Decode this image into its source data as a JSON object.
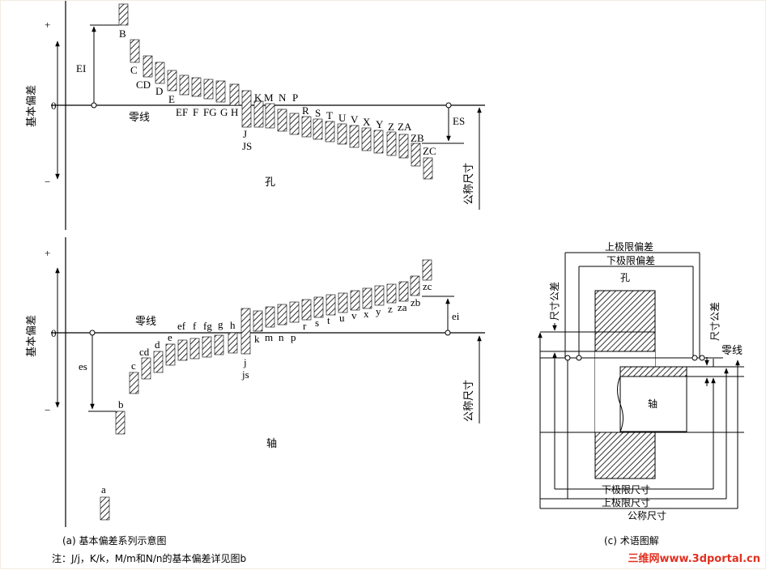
{
  "hole": {
    "zero_line_label": "零线",
    "axis_label": "基本偏差",
    "title": "孔",
    "nominal_label": "公称尺寸",
    "ei_label": "EI",
    "es_label": "ES",
    "plus": "+",
    "zero": "0",
    "minus": "−",
    "letters": {
      "B": "B",
      "C": "C",
      "CD": "CD",
      "D": "D",
      "E": "E",
      "EF": "EF",
      "F": "F",
      "FG": "FG",
      "G": "G",
      "H": "H",
      "J": "J",
      "JS": "JS",
      "K": "K",
      "M": "M",
      "N": "N",
      "P": "P",
      "R": "R",
      "S": "S",
      "T": "T",
      "U": "U",
      "V": "V",
      "X": "X",
      "Y": "Y",
      "Z": "Z",
      "ZA": "ZA",
      "ZB": "ZB",
      "ZC": "ZC"
    }
  },
  "shaft": {
    "zero_line_label": "零线",
    "axis_label": "基本偏差",
    "title": "轴",
    "nominal_label": "公称尺寸",
    "es_label": "es",
    "ei_label": "ei",
    "plus": "+",
    "zero": "0",
    "minus": "−",
    "letters": {
      "a": "a",
      "b": "b",
      "c": "c",
      "cd": "cd",
      "d": "d",
      "e": "e",
      "ef": "ef",
      "f": "f",
      "fg": "fg",
      "g": "g",
      "h": "h",
      "j": "j",
      "js": "js",
      "k": "k",
      "m": "m",
      "n": "n",
      "p": "p",
      "r": "r",
      "s": "s",
      "t": "t",
      "u": "u",
      "v": "v",
      "x": "x",
      "y": "y",
      "z": "z",
      "za": "za",
      "zb": "zb",
      "zc": "zc"
    }
  },
  "terms": {
    "upper_deviation": "上极限偏差",
    "lower_deviation": "下极限偏差",
    "hole": "孔",
    "shaft": "轴",
    "tolerance": "尺寸公差",
    "zero_line": "零线",
    "lower_limit_size": "下极限尺寸",
    "upper_limit_size": "上极限尺寸",
    "nominal_size": "公称尺寸"
  },
  "captions": {
    "a": "(a) 基本偏差系列示意图",
    "note": "注：J/j，K/k，M/m和N/n的基本偏差详见图b",
    "c": "(c) 术语图解"
  },
  "watermark": "三维网www.3dportal.cn",
  "colors": {
    "line": "#000000",
    "watermark": "#e23020",
    "frame": "#f2ede0"
  }
}
